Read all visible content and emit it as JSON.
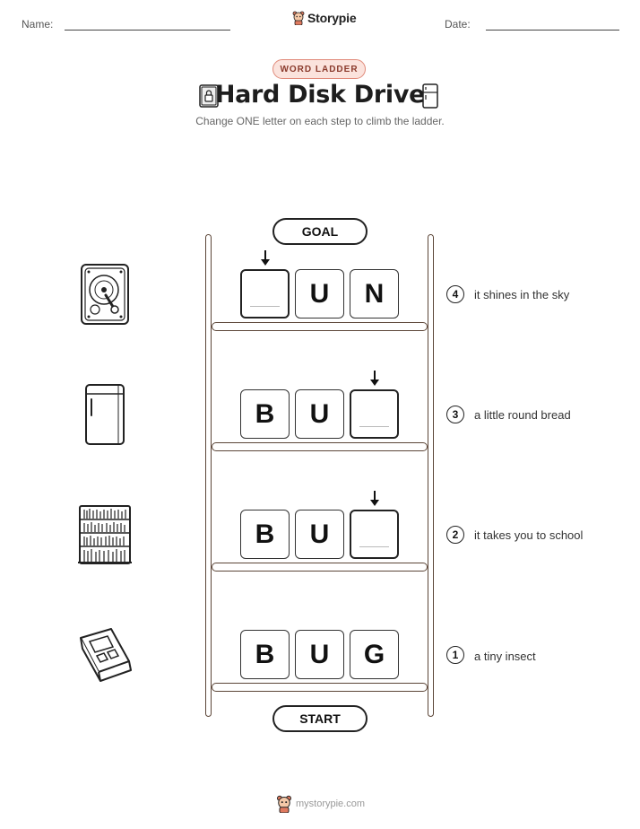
{
  "header": {
    "name_label": "Name:",
    "date_label": "Date:",
    "brand": "Storypie"
  },
  "badge": "WORD LADDER",
  "title": "Hard Disk Drive",
  "subtitle": "Change ONE letter on each step to climb the ladder.",
  "goal_label": "GOAL",
  "start_label": "START",
  "steps": [
    {
      "number": "4",
      "letters": [
        "",
        "U",
        "N"
      ],
      "clue": "it shines in the sky",
      "picture": "hard-disk-icon"
    },
    {
      "number": "3",
      "letters": [
        "B",
        "U",
        ""
      ],
      "clue": "a little round bread",
      "picture": "refrigerator-icon"
    },
    {
      "number": "2",
      "letters": [
        "B",
        "U",
        ""
      ],
      "clue": "it takes you to school",
      "picture": "bookshelf-icon"
    },
    {
      "number": "1",
      "letters": [
        "B",
        "U",
        "G"
      ],
      "clue": "a tiny insect",
      "picture": "book-icon"
    }
  ],
  "footer": "mystorypie.com"
}
